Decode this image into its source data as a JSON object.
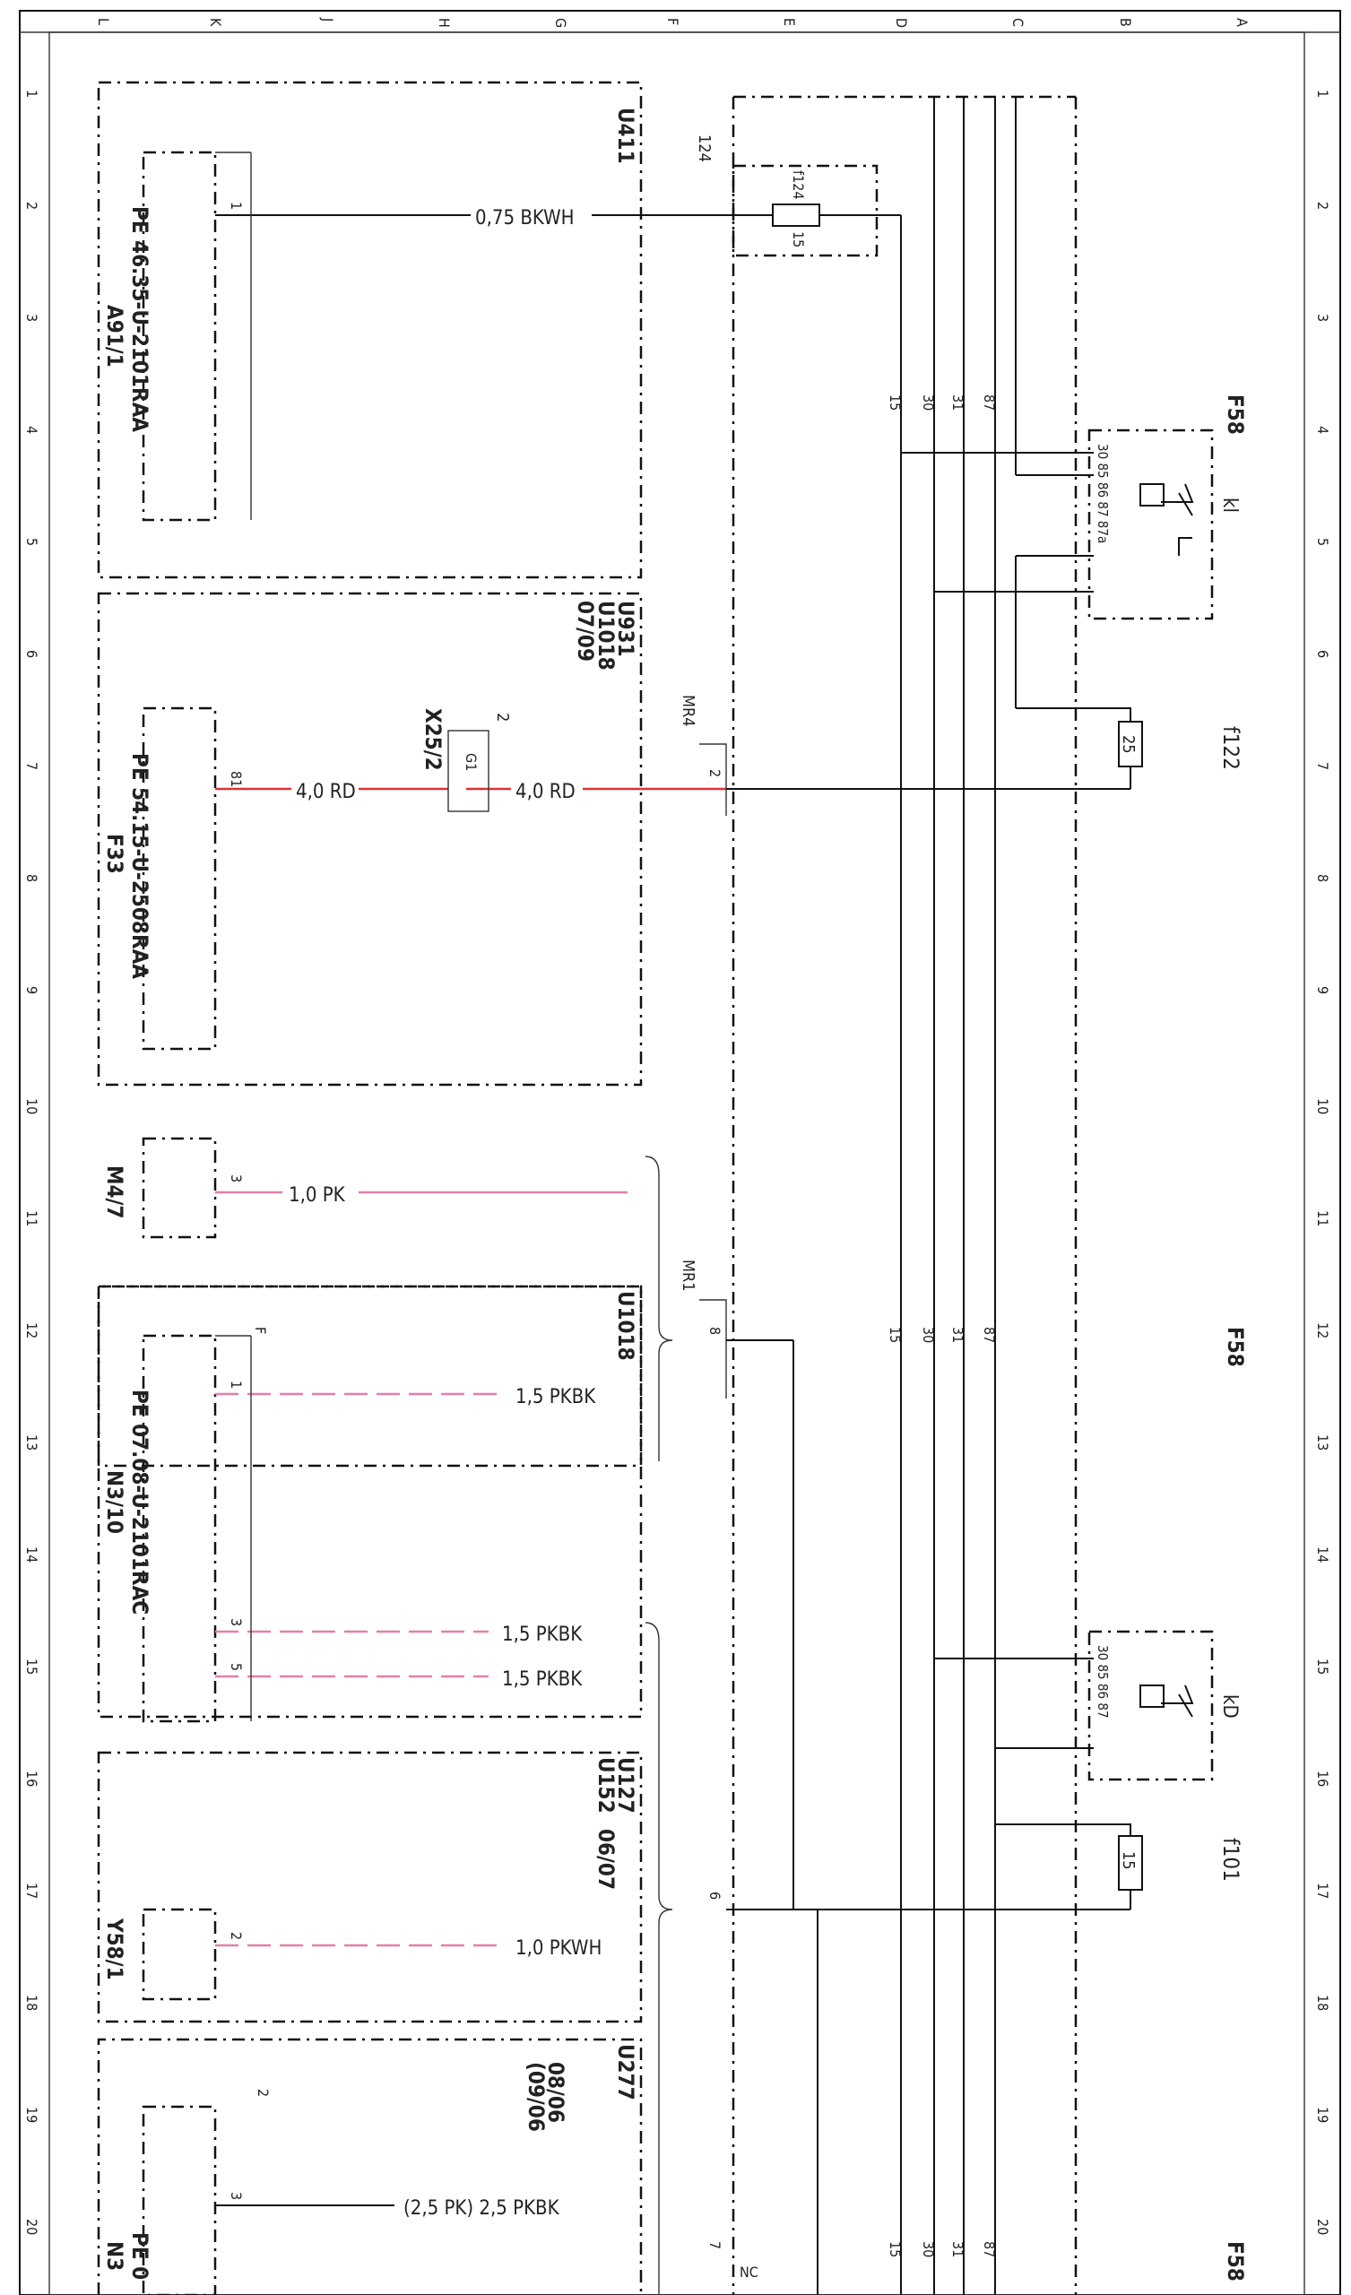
{
  "colors": {
    "wire_red": "#dd3333",
    "wire_pink": "#e57eaa",
    "ink": "#111111"
  },
  "frame": {
    "top_cols": [
      "L",
      "K",
      "J",
      "H",
      "G",
      "F",
      "E",
      "D",
      "C",
      "B",
      "A"
    ],
    "rows": [
      "1",
      "2",
      "3",
      "4",
      "5",
      "6",
      "7",
      "8",
      "9",
      "10",
      "11",
      "12",
      "13",
      "14",
      "15",
      "16",
      "17",
      "18",
      "19",
      "20"
    ]
  },
  "groups": {
    "u411": "U411",
    "u931": "U931",
    "u1018": "U1018",
    "u0709": "07/09",
    "u1018b": "U1018",
    "u127": "U127",
    "u152": "U152",
    "u0607": "06/07",
    "u277": "U277",
    "u0806": "08/06",
    "u0906": "(09/06"
  },
  "components": {
    "a91_pe": "PE 46.35-U-2101RAA",
    "a91_ref": "A91/1",
    "f33_pe": "PE 54.15-U-2508RAA",
    "f33_ref": "F33",
    "m4_ref": "M4/7",
    "n310_pe": "PE 07.08-U-2101RAC",
    "n310_ref": "N3/10",
    "y58_ref": "Y58/1",
    "n3_pe": "PE 0",
    "n3_ref": "N3",
    "x25_ref": "X25/2",
    "x25_pin": "2",
    "x25_g": "G1"
  },
  "wires": {
    "w1": "0,75 BKWH",
    "w2a": "4,0 RD",
    "w2b": "4,0 RD",
    "w3": "1,0 PK",
    "w4": "1,5 PKBK",
    "w5": "1,5 PKBK",
    "w6": "1,5 PKBK",
    "w7": "1,0 PKWH",
    "w8": "(2,5 PK)  2,5 PKBK"
  },
  "pins": {
    "a91": "1",
    "f33": "81",
    "m4": "3",
    "n310_1": "1",
    "n310_F": "F",
    "n310_3": "3",
    "n310_5": "5",
    "y58": "2",
    "n3_2": "2",
    "n3_3": "3",
    "mr4": "MR4",
    "mr4_pin": "2",
    "mr1": "MR1",
    "mr1_pin": "8",
    "c124": "124",
    "pin6": "6",
    "pin7": "7",
    "nc": "NC"
  },
  "fuse": {
    "f124": "f124",
    "f124_val": "15",
    "f122": "f122",
    "f122_val": "25",
    "f101": "f101",
    "f101_val": "15"
  },
  "relays": {
    "f58a": "F58",
    "f58b": "F58",
    "f58c": "F58",
    "kl": "kl",
    "kd": "kD",
    "kl_pins": "30 85  86  87  87a",
    "kd_pins": "30 85  86  87"
  },
  "buses": {
    "b15": "15",
    "b30": "30",
    "b31": "31",
    "b87": "87"
  }
}
